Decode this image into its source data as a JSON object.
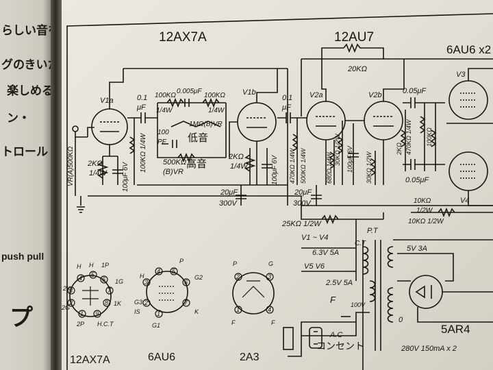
{
  "left_page": {
    "lines": [
      "らしい音を",
      "グのきいた",
      "楽しめる",
      "ン・",
      "トロール"
    ],
    "push_pull": "push pull",
    "big_char": "プ"
  },
  "tube_headers": {
    "t12ax7a": "12AX7A",
    "t12au7": "12AU7",
    "t6au6": "6AU6 x2"
  },
  "stage_labels": {
    "v1a": "V1a",
    "v1b": "V1b",
    "v2a": "V2a",
    "v2b": "V2b",
    "v3": "V3",
    "v4": "V4"
  },
  "components": {
    "c01_a": "0.1",
    "c01_a_unit": "μF",
    "r100k_a": "100KΩ",
    "r100k_a_w": "1/4W",
    "c0005": "0.005μF",
    "r100k_b": "100KΩ",
    "r100k_b_w": "1/4W",
    "r1mb": "1MΩ(B)VR",
    "c100": "100",
    "c100_unit": "PF",
    "low_tone": "低音",
    "r500k": "500KΩ",
    "r500k_vr": "(B)VR",
    "high_tone": "高音",
    "r100k_v": "100KΩ 1/4W",
    "vr1": "VR(A)500KΩ",
    "r2k_a": "2KΩ",
    "r2k_a_w": "1/4W",
    "c1006v_a": "100μF 6V",
    "r2k_b": "2KΩ",
    "r2k_b_w": "1/4W",
    "c1006v_b": "100μF 6V",
    "c20_a": "20μF",
    "c20_a_v": "300V",
    "c01_b": "0.1",
    "c01_b_unit": "μF",
    "r20k": "20KΩ",
    "r470k": "470KΩ 1/4W",
    "r500k_b": "500KΩ 1/4W",
    "r680": "680Ω 1/4W",
    "r30k": "30KΩ 1/2W",
    "c1006v_c": "100μF 6V",
    "r30k_b": "30KΩ 1/2W",
    "c005_a": "0.05μF",
    "r470k_b": "470KΩ 1/4W",
    "r2k_c": "2KΩ",
    "r100k_c": "100KΩ",
    "c005_b": "0.05μF",
    "c20_b": "20μF",
    "c20_b_v": "300V",
    "r25k": "25KΩ 1/2W",
    "r10k_a": "10KΩ",
    "r10k_a_w": "1/2W",
    "r10k_b": "10KΩ 1/2W"
  },
  "power": {
    "pt": "P.T",
    "ct": "C.T",
    "v1v4": "V1 ~ V4",
    "v63": "6.3V 5A",
    "v5v6": "V5 V6",
    "v25": "2.5V 5A",
    "v5_3a": "5V 3A",
    "f": "F",
    "v100": "100V",
    "zero": "0",
    "ac": "A.C",
    "outlet": "コンセント",
    "v280": "280V 150mA x 2",
    "rect": "5AR4"
  },
  "base_diagrams": {
    "b12ax7a": {
      "name": "12AX7A",
      "pins": [
        "H",
        "H",
        "1P",
        "1G",
        "1K",
        "H.C.T",
        "2P",
        "2G",
        "2K"
      ],
      "nums": [
        "4",
        "5",
        "6",
        "7",
        "8",
        "9",
        "1",
        "2",
        "3"
      ]
    },
    "b6au6": {
      "name": "6AU6",
      "pins": [
        "H",
        "P",
        "G2",
        "K",
        "G1",
        "G3",
        "IS"
      ],
      "nums": [
        "4",
        "5",
        "6",
        "7",
        "1",
        "2",
        "3"
      ]
    },
    "b2a3": {
      "name": "2A3",
      "pins": [
        "P",
        "G",
        "F",
        "F"
      ],
      "nums": [
        "2",
        "3",
        "1",
        "4"
      ]
    }
  }
}
